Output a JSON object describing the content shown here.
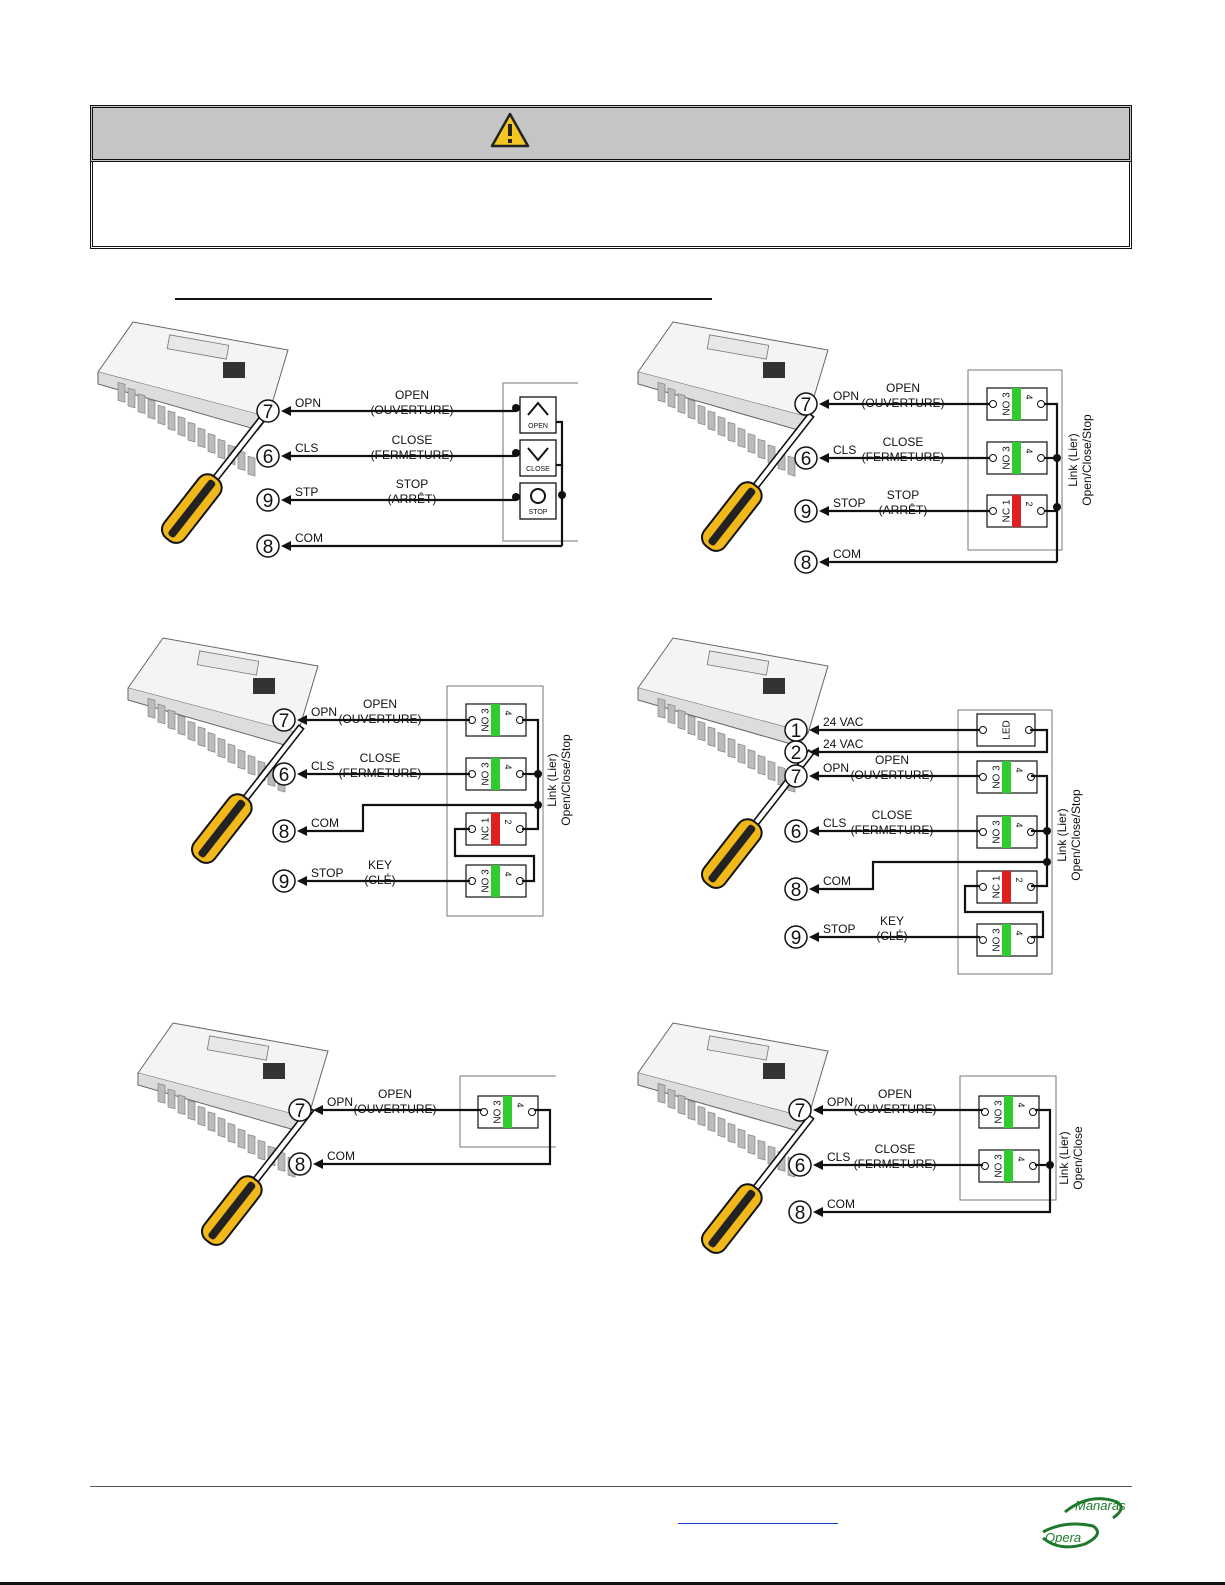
{
  "warning": {
    "icon": "warning-triangle-icon"
  },
  "panels": [
    {
      "id": "p1",
      "buttons": [
        {
          "label": "OPEN",
          "symbol": "up"
        },
        {
          "label": "CLOSE",
          "symbol": "down"
        },
        {
          "label": "STOP",
          "symbol": "circle"
        }
      ],
      "terminals": [
        {
          "num": "7",
          "code": "OPN",
          "fn": "OPEN",
          "fn_fr": "(OUVERTURE)"
        },
        {
          "num": "6",
          "code": "CLS",
          "fn": "CLOSE",
          "fn_fr": "(FERMETURE)"
        },
        {
          "num": "9",
          "code": "STP",
          "fn": "STOP",
          "fn_fr": "(ARRÊT)"
        },
        {
          "num": "8",
          "code": "COM",
          "fn": "",
          "fn_fr": ""
        }
      ]
    },
    {
      "id": "p2",
      "link_label": [
        "Link (Lier)",
        "Open/Close/Stop"
      ],
      "contacts": [
        {
          "type": "NO 3",
          "pin": "4",
          "color": "#2ecc2e"
        },
        {
          "type": "NO 3",
          "pin": "4",
          "color": "#2ecc2e"
        },
        {
          "type": "NC 1",
          "pin": "2",
          "color": "#e02020"
        }
      ],
      "terminals": [
        {
          "num": "7",
          "code": "OPN",
          "fn": "OPEN",
          "fn_fr": "(OUVERTURE)"
        },
        {
          "num": "6",
          "code": "CLS",
          "fn": "CLOSE",
          "fn_fr": "(FERMETURE)"
        },
        {
          "num": "9",
          "code": "STOP",
          "fn": "STOP",
          "fn_fr": "(ARRÊT)"
        },
        {
          "num": "8",
          "code": "COM",
          "fn": "",
          "fn_fr": ""
        }
      ]
    },
    {
      "id": "p3",
      "link_label": [
        "Link (Lier)",
        "Open/Close/Stop"
      ],
      "contacts": [
        {
          "type": "NO 3",
          "pin": "4",
          "color": "#2ecc2e"
        },
        {
          "type": "NO 3",
          "pin": "4",
          "color": "#2ecc2e"
        },
        {
          "type": "NC 1",
          "pin": "2",
          "color": "#e02020"
        },
        {
          "type": "NO 3",
          "pin": "4",
          "color": "#2ecc2e"
        }
      ],
      "terminals": [
        {
          "num": "7",
          "code": "OPN",
          "fn": "OPEN",
          "fn_fr": "(OUVERTURE)"
        },
        {
          "num": "6",
          "code": "CLS",
          "fn": "CLOSE",
          "fn_fr": "(FERMETURE)"
        },
        {
          "num": "8",
          "code": "COM",
          "fn": "",
          "fn_fr": ""
        },
        {
          "num": "9",
          "code": "STOP",
          "fn": "KEY",
          "fn_fr": "(CLÉ)"
        }
      ]
    },
    {
      "id": "p4",
      "link_label": [
        "Link (Lier)",
        "Open/Close/Stop"
      ],
      "led_label": "LED",
      "contacts": [
        {
          "type": "NO 3",
          "pin": "4",
          "color": "#2ecc2e"
        },
        {
          "type": "NO 3",
          "pin": "4",
          "color": "#2ecc2e"
        },
        {
          "type": "NC 1",
          "pin": "2",
          "color": "#e02020"
        },
        {
          "type": "NO 3",
          "pin": "4",
          "color": "#2ecc2e"
        }
      ],
      "terminals": [
        {
          "num": "1",
          "code": "24 VAC",
          "fn": "",
          "fn_fr": ""
        },
        {
          "num": "2",
          "code": "24 VAC",
          "fn": "",
          "fn_fr": ""
        },
        {
          "num": "7",
          "code": "OPN",
          "fn": "OPEN",
          "fn_fr": "(OUVERTURE)"
        },
        {
          "num": "6",
          "code": "CLS",
          "fn": "CLOSE",
          "fn_fr": "(FERMETURE)"
        },
        {
          "num": "8",
          "code": "COM",
          "fn": "",
          "fn_fr": ""
        },
        {
          "num": "9",
          "code": "STOP",
          "fn": "KEY",
          "fn_fr": "(CLÉ)"
        }
      ]
    },
    {
      "id": "p5",
      "contacts": [
        {
          "type": "NO 3",
          "pin": "4",
          "color": "#2ecc2e"
        }
      ],
      "terminals": [
        {
          "num": "7",
          "code": "OPN",
          "fn": "OPEN",
          "fn_fr": "(OUVERTURE)"
        },
        {
          "num": "8",
          "code": "COM",
          "fn": "",
          "fn_fr": ""
        }
      ]
    },
    {
      "id": "p6",
      "link_label": [
        "Link (Lier)",
        "Open/Close"
      ],
      "contacts": [
        {
          "type": "NO 3",
          "pin": "4",
          "color": "#2ecc2e"
        },
        {
          "type": "NO 3",
          "pin": "4",
          "color": "#2ecc2e"
        }
      ],
      "terminals": [
        {
          "num": "7",
          "code": "OPN",
          "fn": "OPEN",
          "fn_fr": "(OUVERTURE)"
        },
        {
          "num": "6",
          "code": "CLS",
          "fn": "CLOSE",
          "fn_fr": "(FERMETURE)"
        },
        {
          "num": "8",
          "code": "COM",
          "fn": "",
          "fn_fr": ""
        }
      ]
    }
  ],
  "footer": {
    "logo_text_top": "Manaras",
    "logo_text_bottom": "Opera",
    "logo_color": "#1e7a2a"
  }
}
